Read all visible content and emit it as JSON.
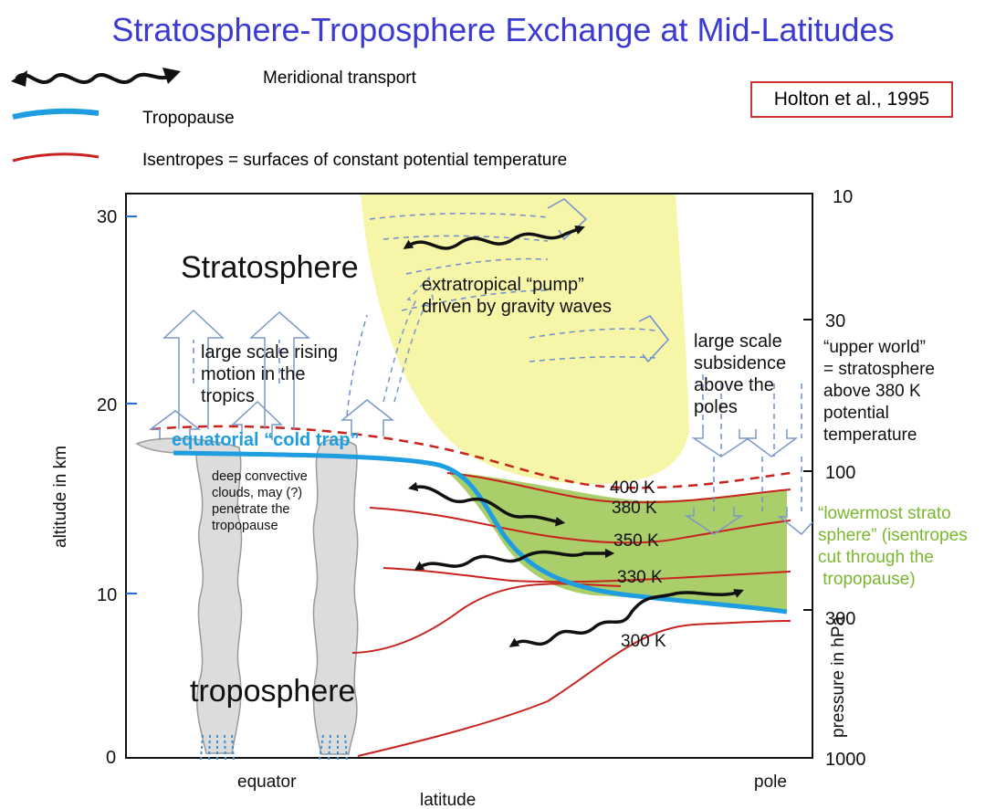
{
  "title": "Stratosphere-Troposphere Exchange at Mid-Latitudes",
  "legend": {
    "meridional": "Meridional transport",
    "tropopause": "Tropopause",
    "isentropes": "Isentropes = surfaces of constant potential temperature"
  },
  "reference": "Holton et al., 1995",
  "colors": {
    "title": "#3b3bd1",
    "tropopause": "#1e9ee0",
    "isentrope": "#c8231e",
    "pump_region": "#f7f5a8",
    "lowermost": "#a9ce6a",
    "lowermost_text": "#7ab82e",
    "arrow_outline": "#7a98c8"
  },
  "axes": {
    "left_label": "altitude in km",
    "left_ticks": [
      "30",
      "20",
      "10",
      "0"
    ],
    "right_label": "pressure in hPa",
    "right_ticks": [
      "10",
      "30",
      "100",
      "300",
      "1000"
    ],
    "x_label": "latitude",
    "x_left": "equator",
    "x_right": "pole"
  },
  "regions": {
    "stratosphere": "Stratosphere",
    "troposphere": "troposphere",
    "rising": [
      "large scale rising",
      "motion in the",
      "tropics"
    ],
    "cold_trap": "equatorial “cold trap”",
    "convective": [
      "deep convective",
      "clouds, may (?)",
      "penetrate the",
      "tropopause"
    ],
    "pump": [
      "extratropical “pump”",
      "driven by gravity waves"
    ],
    "subsidence": [
      "large scale",
      "subsidence",
      "above the",
      "poles"
    ],
    "upper_world": [
      "“upper world”",
      "= stratosphere",
      "above 380 K",
      "potential",
      "temperature"
    ],
    "lowermost": [
      "“lowermost strato",
      "sphere” (isentropes",
      "cut through the",
      " tropopause)"
    ]
  },
  "isentropes": [
    "400 K",
    "380 K",
    "350 K",
    "330 K",
    "300 K"
  ]
}
